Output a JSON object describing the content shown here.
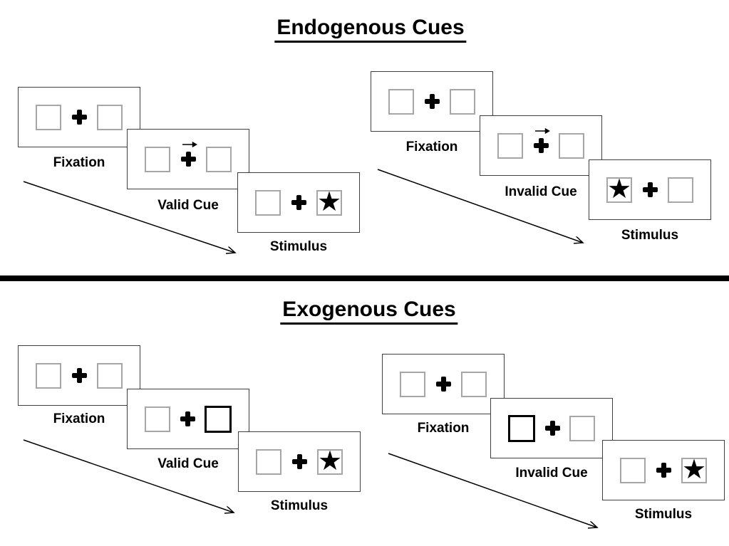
{
  "glyphs": {
    "star": "★"
  },
  "colors": {
    "ink": "#000000",
    "box_border": "#a6a6a6",
    "panel_border": "#3f3f3f"
  },
  "sections": [
    {
      "title": "Endogenous Cues",
      "cue_style": "central arrow above fixation cross",
      "sequences": [
        {
          "name": "valid-trial",
          "steps": [
            {
              "label": "Fixation",
              "type": "fixation"
            },
            {
              "label": "Valid Cue",
              "type": "arrow-cue",
              "arrow_direction": "right"
            },
            {
              "label": "Stimulus",
              "type": "stimulus",
              "star_position": "right"
            }
          ]
        },
        {
          "name": "invalid-trial",
          "steps": [
            {
              "label": "Fixation",
              "type": "fixation"
            },
            {
              "label": "Invalid Cue",
              "type": "arrow-cue",
              "arrow_direction": "right"
            },
            {
              "label": "Stimulus",
              "type": "stimulus",
              "star_position": "left"
            }
          ]
        }
      ]
    },
    {
      "title": "Exogenous Cues",
      "cue_style": "peripheral thick-border box highlight",
      "sequences": [
        {
          "name": "valid-trial",
          "steps": [
            {
              "label": "Fixation",
              "type": "fixation"
            },
            {
              "label": "Valid Cue",
              "type": "box-highlight-cue",
              "highlight_side": "right"
            },
            {
              "label": "Stimulus",
              "type": "stimulus",
              "star_position": "right"
            }
          ]
        },
        {
          "name": "invalid-trial",
          "steps": [
            {
              "label": "Fixation",
              "type": "fixation"
            },
            {
              "label": "Invalid Cue",
              "type": "box-highlight-cue",
              "highlight_side": "left"
            },
            {
              "label": "Stimulus",
              "type": "stimulus",
              "star_position": "right"
            }
          ]
        }
      ]
    }
  ]
}
